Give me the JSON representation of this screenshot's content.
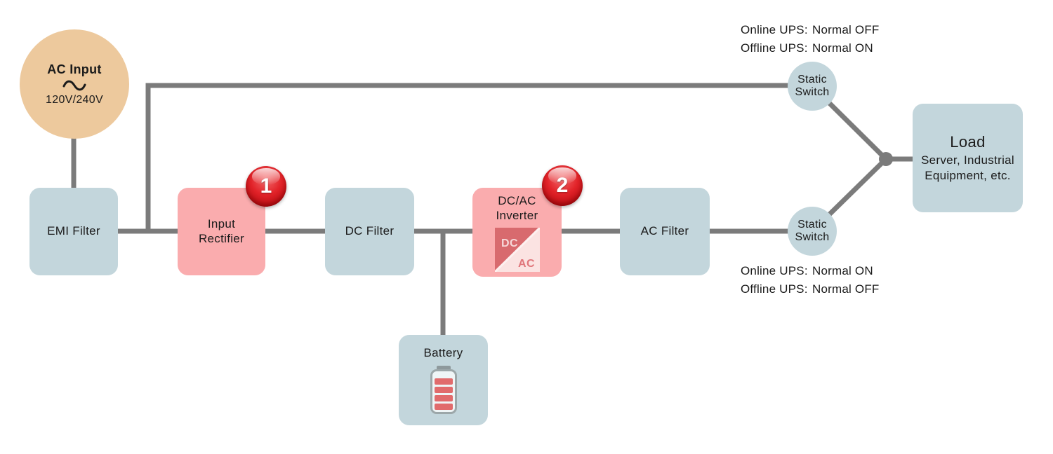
{
  "nodes": {
    "ac_input": {
      "title": "AC Input",
      "voltage": "120V/240V"
    },
    "emi_filter": {
      "label": "EMI Filter"
    },
    "input_rectifier": {
      "label": "Input Rectifier",
      "badge": "1"
    },
    "dc_filter": {
      "label": "DC Filter"
    },
    "inverter": {
      "label": "DC/AC Inverter",
      "badge": "2",
      "icon_dc": "DC",
      "icon_ac": "AC"
    },
    "ac_filter": {
      "label": "AC Filter"
    },
    "battery": {
      "label": "Battery"
    },
    "static_switch_top": {
      "label": "Static Switch"
    },
    "static_switch_bottom": {
      "label": "Static Switch"
    },
    "load": {
      "title": "Load",
      "subtitle": "Server, Industrial Equipment, etc."
    }
  },
  "annotations": {
    "top": [
      {
        "label": "Online UPS:",
        "value": "Normal OFF"
      },
      {
        "label": "Offline UPS:",
        "value": "Normal ON"
      }
    ],
    "bottom": [
      {
        "label": "Online UPS:",
        "value": "Normal ON"
      },
      {
        "label": "Offline UPS:",
        "value": "Normal OFF"
      }
    ]
  },
  "colors": {
    "node_blue": "#C3D6DC",
    "node_pink": "#FAACAE",
    "ac_input_tan": "#EDC99D",
    "connector_gray": "#7B7B7B",
    "badge_red": "#D8070D",
    "icon_dark_red": "#D86A6E",
    "icon_light_pink": "#FBE3E2",
    "battery_bar_red": "#E16B6C",
    "text_dark": "#1B1B1B"
  }
}
